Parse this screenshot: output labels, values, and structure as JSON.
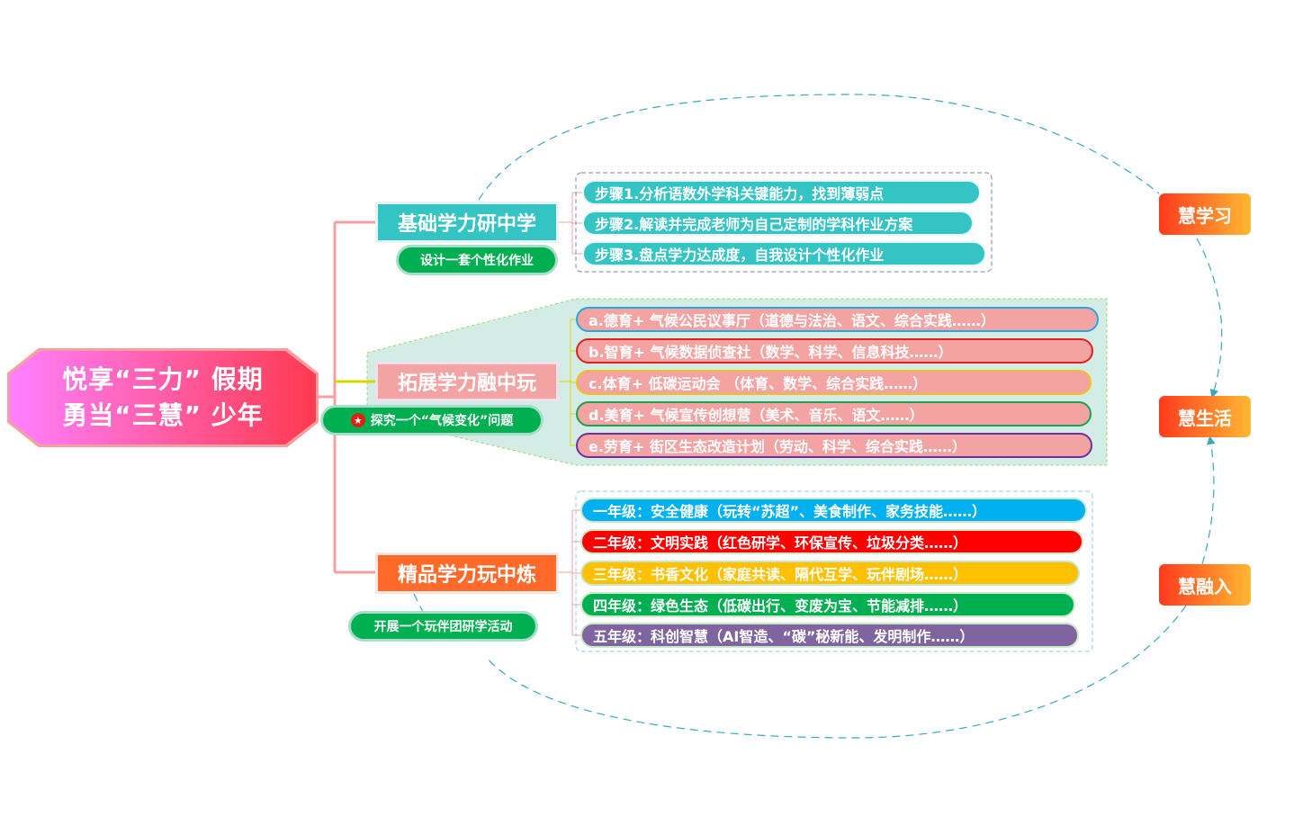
{
  "central": {
    "line1": "悦享“三力” 假期",
    "line2": "勇当“三慧” 少年"
  },
  "branches": [
    {
      "title": "基础学力研中学",
      "note": "设计一套个性化作业",
      "color": "#35c4c4",
      "items": [
        "步骤1.分析语数外学科关键能力，找到薄弱点",
        "步骤2.解读并完成老师为自己定制的学科作业方案",
        "步骤3.盘点学力达成度，自我设计个性化作业"
      ]
    },
    {
      "title": "拓展学力融中玩",
      "note": "探究一个“气候变化”问题",
      "note_icon": "star-icon",
      "color": "#f4a3a3",
      "items": [
        "a.德育+  气候公民议事厅（道德与法治、语文、综合实践……）",
        "b.智育+ 气候数据侦查社（数学、科学、信息科技……）",
        "c.体育+ 低碳运动会 （体育、数学、综合实践……）",
        "d.美育+ 气候宣传创想营（美术、音乐、语文……）",
        "e.劳育+ 街区生态改造计划（劳动、科学、综合实践……）"
      ],
      "item_borders": [
        "#29a6e0",
        "#e02020",
        "#f0c020",
        "#20a050",
        "#7030a0"
      ]
    },
    {
      "title": "精品学力玩中炼",
      "note": "开展一个玩伴团研学活动",
      "color": "#ff6a2a",
      "items": [
        "一年级：安全健康（玩转“苏超”、美食制作、家务技能……）",
        "二年级：文明实践（红色研学、环保宣传、垃圾分类……）",
        "三年级：书香文化（家庭共读、隔代互学、玩伴剧场……）",
        "四年级：绿色生态（低碳出行、变废为宝、节能减排……）",
        "五年级：科创智慧（AI智造、“碳”秘新能、发明制作……）"
      ],
      "item_colors": [
        "#00b0f0",
        "#ff0000",
        "#ffc000",
        "#00b050",
        "#8064a0"
      ]
    }
  ],
  "outcomes": [
    "慧学习",
    "慧生活",
    "慧融入"
  ]
}
